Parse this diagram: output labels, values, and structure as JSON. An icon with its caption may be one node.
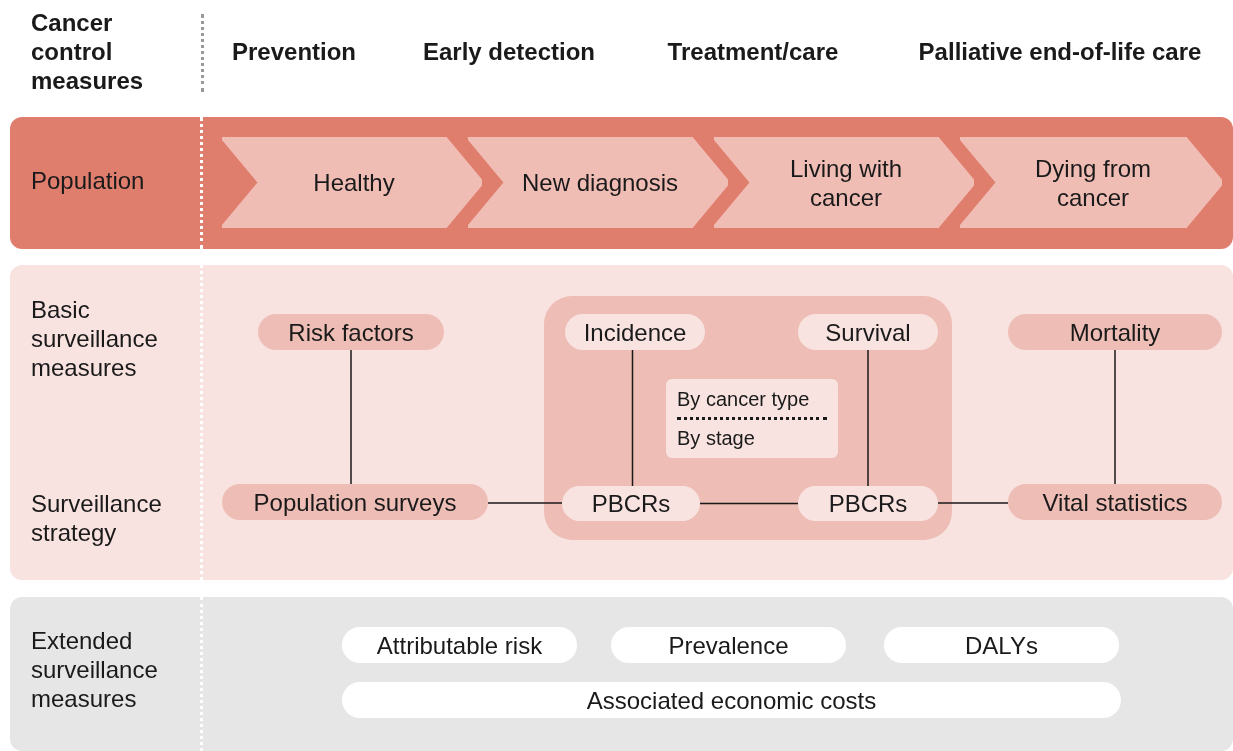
{
  "diagram": {
    "nodes": [
      {
        "text": [
          "Population"
        ]
      },
      {
        "text": [
          "Healthy"
        ],
        "in": 0
      },
      {
        "text": [
          "New diagnosis"
        ],
        "in": 0
      },
      {
        "text": [
          "Living with cancer"
        ],
        "in": 0
      },
      {
        "text": [
          "Dying from cancer"
        ],
        "in": 0
      },
      {
        "text": [
          "Basic surveillance measures",
          "Surveillance strategy"
        ]
      },
      {
        "text": [
          "Risk factors"
        ],
        "in": 5
      },
      {
        "text": [],
        "shape": "box",
        "in": 5
      },
      {
        "text": [
          "Incidence"
        ],
        "in": 7
      },
      {
        "text": [
          "Survival"
        ],
        "in": 7
      },
      {
        "text": [
          "By cancer type",
          "By stage"
        ],
        "in": 7
      },
      {
        "text": [
          "Mortality"
        ],
        "in": 5
      },
      {
        "text": [
          "Population surveys"
        ],
        "in": 5
      },
      {
        "text": [
          "PBCRs"
        ],
        "in": 7
      },
      {
        "text": [
          "PBCRs"
        ],
        "in": 7
      },
      {
        "text": [
          "Vital statistics"
        ],
        "in": 5
      },
      {
        "text": [
          "Extended surveillance measures"
        ]
      },
      {
        "text": [
          "Attributable risk"
        ],
        "in": 16
      },
      {
        "text": [
          "Prevalence"
        ],
        "in": 16
      },
      {
        "text": [
          "DALYs"
        ],
        "in": 16
      },
      {
        "text": [
          "Associated economic costs"
        ],
        "in": 16
      }
    ],
    "edges": [
      {
        "from": 6,
        "to": 12,
        "arrow": "none"
      },
      {
        "from": 8,
        "to": 13,
        "arrow": "none"
      },
      {
        "from": 9,
        "to": 14,
        "arrow": "none"
      },
      {
        "from": 11,
        "to": 15,
        "arrow": "none"
      },
      {
        "from": 12,
        "to": 13,
        "arrow": "none"
      },
      {
        "from": 13,
        "to": 14,
        "arrow": "none"
      },
      {
        "from": 14,
        "to": 15,
        "arrow": "none"
      }
    ],
    "labels": [
      "Cancer control measures",
      "Prevention",
      "Early detection",
      "Treatment/care",
      "Palliative end-of-life care"
    ]
  }
}
